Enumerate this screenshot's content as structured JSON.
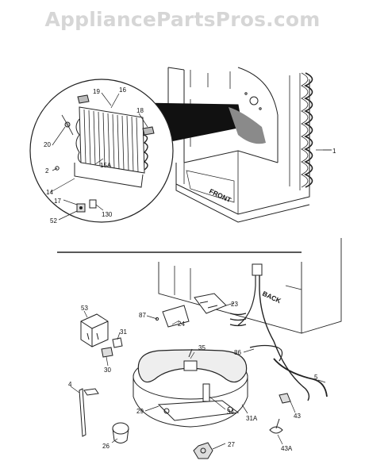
{
  "watermark": "AppliancePartsPros.com",
  "texts": {
    "front": "FRONT",
    "back": "BACK"
  },
  "callouts": {
    "c1": "1",
    "c2": "2",
    "c4": "4",
    "c5": "5",
    "c14": "14",
    "c15a": "15A",
    "c16": "16",
    "c17": "17",
    "c18": "18",
    "c19": "19",
    "c20": "20",
    "c23": "23",
    "c24": "24",
    "c26": "26",
    "c27": "27",
    "c29": "29",
    "c30": "30",
    "c31": "31",
    "c31a": "31A",
    "c34": "34",
    "c35": "35",
    "c43": "43",
    "c43a": "43A",
    "c52": "52",
    "c53": "53",
    "c86": "86",
    "c87": "87",
    "c130": "130"
  }
}
